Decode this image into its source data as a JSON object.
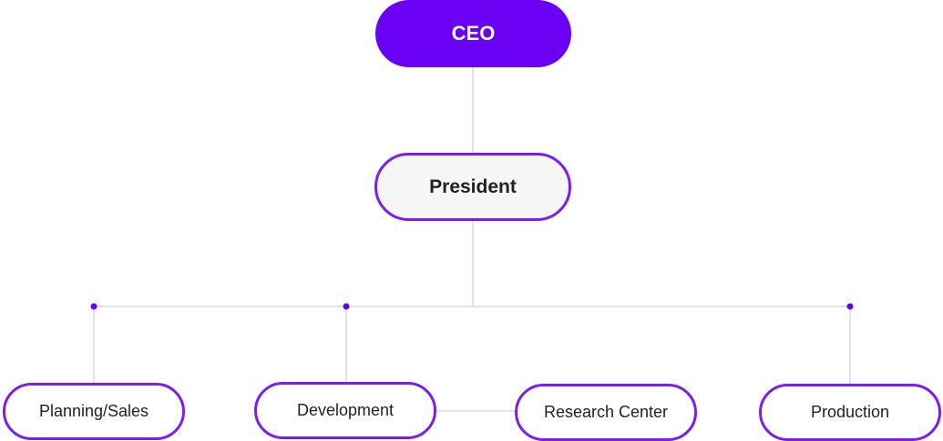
{
  "chart": {
    "root": {
      "label": "CEO"
    },
    "second": {
      "label": "President"
    },
    "departments": [
      {
        "label": "Planning/Sales"
      },
      {
        "label": "Development"
      },
      {
        "label": "Research Center"
      },
      {
        "label": "Production"
      }
    ]
  },
  "colors": {
    "accent": "#6a00f4",
    "border": "#7a1cf2",
    "connector": "#e3e3e3",
    "node_fill": "#f6f6f6",
    "text": "#222222"
  }
}
